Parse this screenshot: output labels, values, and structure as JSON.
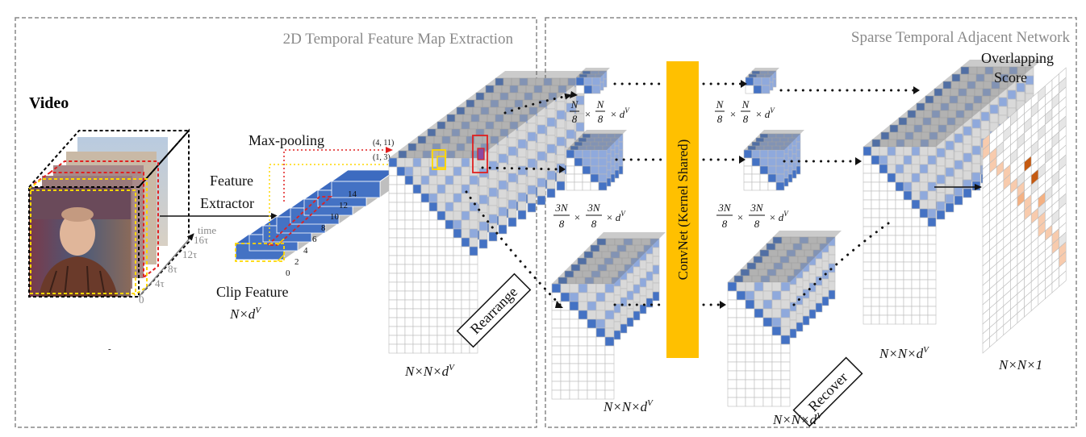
{
  "panels": {
    "left_title": "2D Temporal Feature Map Extraction",
    "right_title": "Sparse Temporal Adjacent Network"
  },
  "labels": {
    "video": "Video",
    "feature_extractor_line1": "Feature",
    "feature_extractor_line2": "Extractor",
    "max_pooling": "Max-pooling",
    "clip_feature": "Clip Feature",
    "n_times_d": "N×d",
    "sup_v": "V",
    "time": "time",
    "coord_a": "(4, 11)",
    "coord_b": "(1, 3)",
    "rearrange": "Rearrange",
    "recover": "Recover",
    "convnet": "ConvNet (Kernel Shared)",
    "overlapping_line1": "Overlapping",
    "overlapping_line2": "Score",
    "nnd_main": "N×N×d",
    "nnd_big": "N×N×d",
    "nnd_rec": "N×N×d",
    "nnd_out": "N×N×d",
    "nn1": "N×N×1",
    "frac_n": "N",
    "frac_3n": "3N",
    "frac_den": "8",
    "times": "×",
    "d": "d",
    "dash": "-"
  },
  "time_ticks": [
    "0",
    "4τ",
    "8τ",
    "12τ",
    "16τ"
  ],
  "clip_ticks": [
    "0",
    "2",
    "4",
    "6",
    "8",
    "10",
    "12",
    "14"
  ],
  "colors": {
    "blue": "#4472c4",
    "light_blue": "#8fa9dc",
    "gray_cell": "#c8c8c8",
    "yellow_box": "#ffd700",
    "red_box": "#e02020",
    "convnet_fill": "#ffc000",
    "peach": "#f8cbad",
    "orange_dark": "#c55a11",
    "orange_mid": "#f4b183",
    "panel_border": "#888888"
  }
}
